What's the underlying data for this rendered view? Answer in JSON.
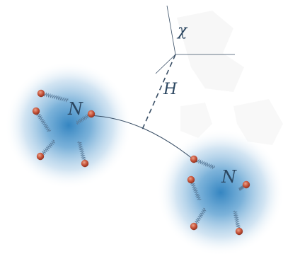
{
  "labels": {
    "chi": "χ",
    "h": "H",
    "n_left": "N",
    "n_right": "N"
  },
  "colors": {
    "cloud_core": "#2e82bf",
    "cloud_edge": "#ffffff",
    "head": "#c8553b",
    "tail": "#5b7d9c",
    "line": "#3a4f66",
    "label": "#2b4660",
    "bg_watermark": "#f2f2f2"
  },
  "particles": {
    "left": {
      "tail_count": 5
    },
    "right": {
      "tail_count": 5
    }
  }
}
